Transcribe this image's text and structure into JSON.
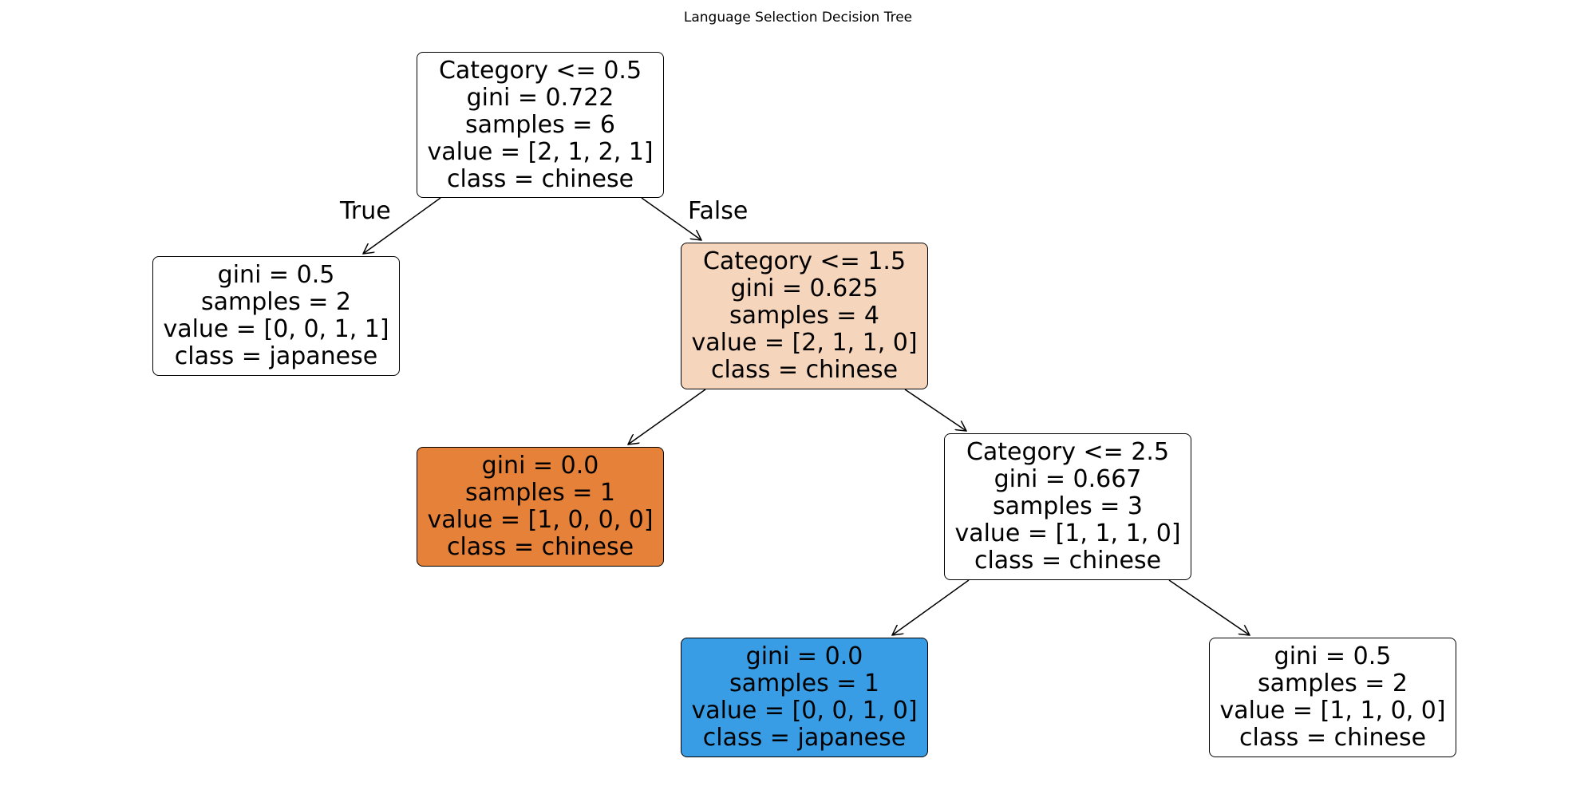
{
  "title": "Language Selection Decision Tree",
  "edge_labels": {
    "true": "True",
    "false": "False"
  },
  "nodes": {
    "root": {
      "split": "Category <= 0.5",
      "gini": "gini = 0.722",
      "samples": "samples = 6",
      "value": "value = [2, 1, 2, 1]",
      "class": "class = chinese",
      "fill": "#ffffff"
    },
    "left1": {
      "gini": "gini = 0.5",
      "samples": "samples = 2",
      "value": "value = [0, 0, 1, 1]",
      "class": "class = japanese",
      "fill": "#ffffff"
    },
    "mid": {
      "split": "Category <= 1.5",
      "gini": "gini = 0.625",
      "samples": "samples = 4",
      "value": "value = [2, 1, 1, 0]",
      "class": "class = chinese",
      "fill": "#f6d5bd"
    },
    "left2": {
      "gini": "gini = 0.0",
      "samples": "samples = 1",
      "value": "value = [1, 0, 0, 0]",
      "class": "class = chinese",
      "fill": "#e58139"
    },
    "mid2": {
      "split": "Category <= 2.5",
      "gini": "gini = 0.667",
      "samples": "samples = 3",
      "value": "value = [1, 1, 1, 0]",
      "class": "class = chinese",
      "fill": "#ffffff"
    },
    "left3": {
      "gini": "gini = 0.0",
      "samples": "samples = 1",
      "value": "value = [0, 0, 1, 0]",
      "class": "class = japanese",
      "fill": "#399de5"
    },
    "right3": {
      "gini": "gini = 0.5",
      "samples": "samples = 2",
      "value": "value = [1, 1, 0, 0]",
      "class": "class = chinese",
      "fill": "#ffffff"
    }
  }
}
